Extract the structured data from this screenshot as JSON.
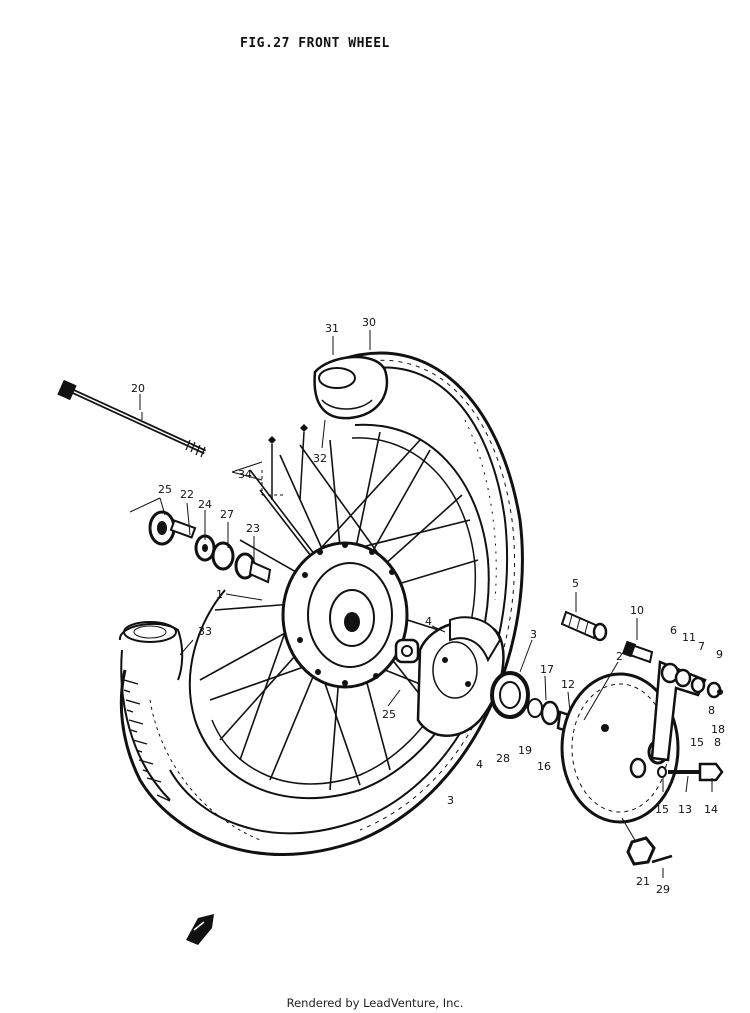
{
  "title": "FIG.27  FRONT WHEEL",
  "footer": "Rendered by LeadVenture, Inc.",
  "callouts": [
    {
      "id": "c1",
      "text": "1"
    },
    {
      "id": "c2",
      "text": "2"
    },
    {
      "id": "c3a",
      "text": "3"
    },
    {
      "id": "c3b",
      "text": "3"
    },
    {
      "id": "c4a",
      "text": "4"
    },
    {
      "id": "c4b",
      "text": "4"
    },
    {
      "id": "c5",
      "text": "5"
    },
    {
      "id": "c6",
      "text": "6"
    },
    {
      "id": "c7",
      "text": "7"
    },
    {
      "id": "c8a",
      "text": "8"
    },
    {
      "id": "c8b",
      "text": "8"
    },
    {
      "id": "c9",
      "text": "9"
    },
    {
      "id": "c10",
      "text": "10"
    },
    {
      "id": "c11",
      "text": "11"
    },
    {
      "id": "c12",
      "text": "12"
    },
    {
      "id": "c13",
      "text": "13"
    },
    {
      "id": "c14",
      "text": "14"
    },
    {
      "id": "c15a",
      "text": "15"
    },
    {
      "id": "c15b",
      "text": "15"
    },
    {
      "id": "c16",
      "text": "16"
    },
    {
      "id": "c17",
      "text": "17"
    },
    {
      "id": "c18",
      "text": "18"
    },
    {
      "id": "c19",
      "text": "19"
    },
    {
      "id": "c20",
      "text": "20"
    },
    {
      "id": "c21",
      "text": "21"
    },
    {
      "id": "c22",
      "text": "22"
    },
    {
      "id": "c23",
      "text": "23"
    },
    {
      "id": "c24",
      "text": "24"
    },
    {
      "id": "c25a",
      "text": "25"
    },
    {
      "id": "c25b",
      "text": "25"
    },
    {
      "id": "c27",
      "text": "27"
    },
    {
      "id": "c28",
      "text": "28"
    },
    {
      "id": "c29",
      "text": "29"
    },
    {
      "id": "c30",
      "text": "30"
    },
    {
      "id": "c31",
      "text": "31"
    },
    {
      "id": "c32",
      "text": "32"
    },
    {
      "id": "c33",
      "text": "33"
    },
    {
      "id": "c34",
      "text": "34"
    }
  ]
}
